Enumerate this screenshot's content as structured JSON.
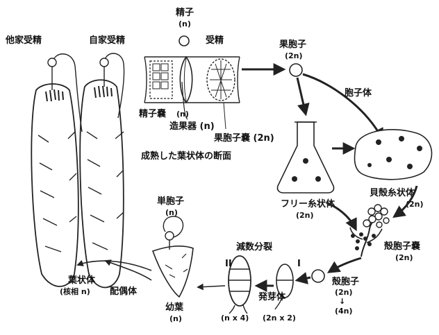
{
  "labels": {
    "seishi": "精子",
    "seishi_n": "(n)",
    "jusei": "受精",
    "taka": "他家受精",
    "jika": "自家受精",
    "kahoushi": "果胞子",
    "kahoushi_ploidy": "(2n)",
    "houshitai": "胞子体",
    "seishinou": "精子嚢",
    "zoukaki": "造果器 (n)",
    "zoukaki_n": "(n)",
    "kahoushinou": "果胞子嚢 (2n)",
    "section": "成熟した葉状体の断面",
    "free_shijoutai": "フリー糸状体",
    "free_shijoutai_ploidy": "(2n)",
    "kaigara_shijoutai": "貝殻糸状体",
    "kaigara_shijoutai_ploidy": "(2n)",
    "kaihoushinou": "殻胞子嚢",
    "kaihoushinou_ploidy": "(2n)",
    "kaihoushi": "殻胞子",
    "kaihoushi_ploidy": "(2n)",
    "kaihoushi_4n_arrow": "↓",
    "kaihoushi_4n": "(4n)",
    "tanhoushi": "単胞子",
    "tanhoushi_n": "(n)",
    "gensuu": "減数分裂",
    "roman_2": "II",
    "roman_1": "I",
    "hatsugatai": "発芽体",
    "hatsugatai_ploidy": "(2n x 2)",
    "n_x4": "(n x 4)",
    "youyou": "幼葉",
    "youyou_n": "(n)",
    "haiguutai": "配偶体",
    "youjoutai": "葉状体",
    "youjoutai_ploidy": "(核相 n)"
  }
}
